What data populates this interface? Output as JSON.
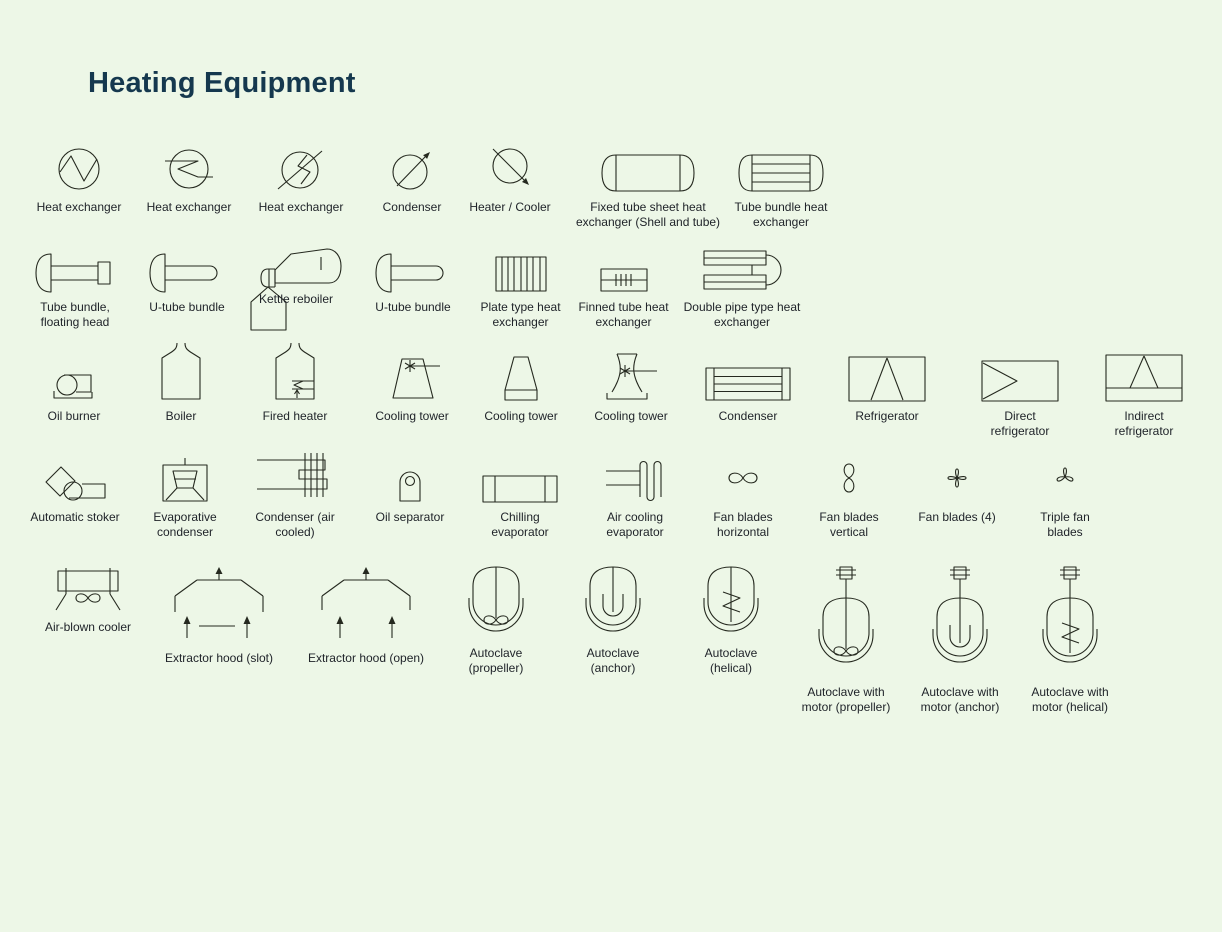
{
  "page": {
    "title": "Heating Equipment",
    "background_color": "#edf7e7",
    "line_color": "#25291f",
    "title_color": "#15384e",
    "label_color": "#20242a"
  },
  "rows": [
    {
      "items": [
        {
          "label": "Heat exchanger",
          "symbol": "heat-exchanger-zigzag"
        },
        {
          "label": "Heat exchanger",
          "symbol": "heat-exchanger-sigma"
        },
        {
          "label": "Heat exchanger",
          "symbol": "heat-exchanger-diagonal"
        },
        {
          "label": "Condenser",
          "symbol": "condenser-circle-arrow-up"
        },
        {
          "label": "Heater / Cooler",
          "symbol": "heater-cooler-circle-arrow-down"
        },
        {
          "label": "Fixed tube sheet heat exchanger (Shell and tube)",
          "symbol": "fixed-tube-sheet-exchanger"
        },
        {
          "label": "Tube bundle heat exchanger",
          "symbol": "tube-bundle-heat-exchanger"
        }
      ]
    },
    {
      "items": [
        {
          "label": "Tube bundle, floating head",
          "symbol": "tube-bundle-floating-head"
        },
        {
          "label": "U-tube bundle",
          "symbol": "u-tube-bundle"
        },
        {
          "label": "Kettle reboiler",
          "symbol": "kettle-reboiler"
        },
        {
          "label": "U-tube bundle",
          "symbol": "u-tube-bundle"
        },
        {
          "label": "Plate type heat exchanger",
          "symbol": "plate-type-heat-exchanger"
        },
        {
          "label": "Finned tube heat exchanger",
          "symbol": "finned-tube-heat-exchanger"
        },
        {
          "label": "Double pipe type heat exchanger",
          "symbol": "double-pipe-heat-exchanger"
        }
      ]
    },
    {
      "items": [
        {
          "label": "Oil burner",
          "symbol": "oil-burner"
        },
        {
          "label": "Boiler",
          "symbol": "boiler"
        },
        {
          "label": "Fired heater",
          "symbol": "fired-heater"
        },
        {
          "label": "Cooling tower",
          "symbol": "cooling-tower-fan"
        },
        {
          "label": "Cooling tower",
          "symbol": "cooling-tower-base"
        },
        {
          "label": "Cooling tower",
          "symbol": "cooling-tower-hyperboloid"
        },
        {
          "label": "Condenser",
          "symbol": "condenser-rect"
        },
        {
          "label": "Refrigerator",
          "symbol": "refrigerator"
        },
        {
          "label": "Direct refrigerator",
          "symbol": "direct-refrigerator"
        },
        {
          "label": "Indirect refrigerator",
          "symbol": "indirect-refrigerator"
        }
      ]
    },
    {
      "items": [
        {
          "label": "Automatic stoker",
          "symbol": "automatic-stoker"
        },
        {
          "label": "Evaporative condenser",
          "symbol": "evaporative-condenser"
        },
        {
          "label": "Condenser (air cooled)",
          "symbol": "condenser-air-cooled"
        },
        {
          "label": "Oil separator",
          "symbol": "oil-separator"
        },
        {
          "label": "Chilling evaporator",
          "symbol": "chilling-evaporator"
        },
        {
          "label": "Air cooling evaporator",
          "symbol": "air-cooling-evaporator"
        },
        {
          "label": "Fan blades horizontal",
          "symbol": "fan-blades-horizontal"
        },
        {
          "label": "Fan blades vertical",
          "symbol": "fan-blades-vertical"
        },
        {
          "label": "Fan blades (4)",
          "symbol": "fan-blades-4"
        },
        {
          "label": "Triple fan blades",
          "symbol": "triple-fan-blades"
        }
      ]
    },
    {
      "items": [
        {
          "label": "Air-blown cooler",
          "symbol": "air-blown-cooler"
        },
        {
          "label": "Extractor hood (slot)",
          "symbol": "extractor-hood-slot"
        },
        {
          "label": "Extractor hood (open)",
          "symbol": "extractor-hood-open"
        },
        {
          "label": "Autoclave (propeller)",
          "symbol": "autoclave-propeller"
        },
        {
          "label": "Autoclave (anchor)",
          "symbol": "autoclave-anchor"
        },
        {
          "label": "Autoclave (helical)",
          "symbol": "autoclave-helical"
        },
        {
          "label": "Autoclave with motor (propeller)",
          "symbol": "autoclave-motor-propeller"
        },
        {
          "label": "Autoclave with motor (anchor)",
          "symbol": "autoclave-motor-anchor"
        },
        {
          "label": "Autoclave with motor (helical)",
          "symbol": "autoclave-motor-helical"
        }
      ]
    }
  ]
}
